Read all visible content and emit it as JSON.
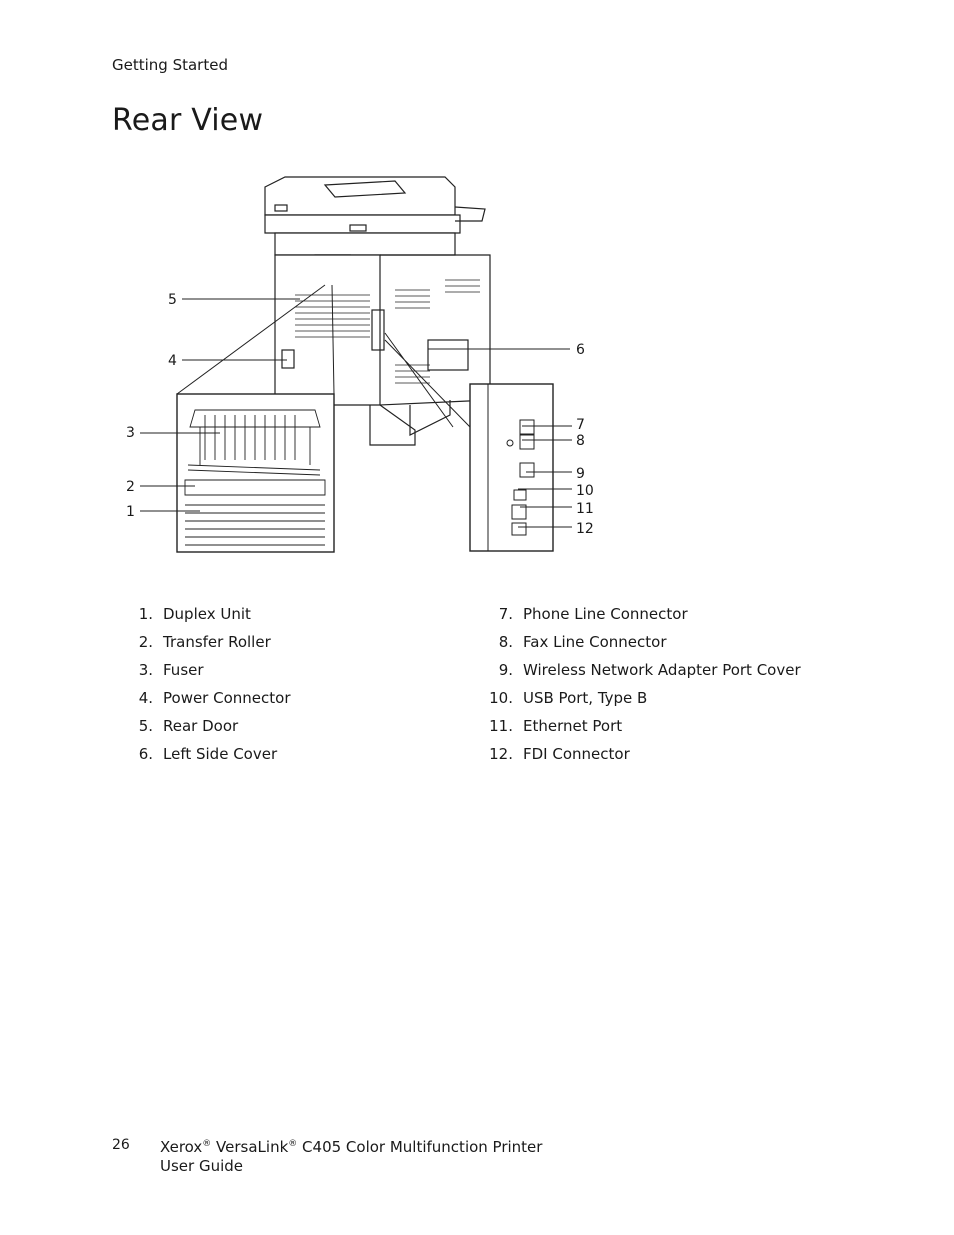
{
  "header": {
    "section": "Getting Started"
  },
  "title": "Rear View",
  "figure": {
    "callouts": [
      "1",
      "2",
      "3",
      "4",
      "5",
      "6",
      "7",
      "8",
      "9",
      "10",
      "11",
      "12"
    ]
  },
  "legend": {
    "left": [
      {
        "num": "1.",
        "label": "Duplex Unit"
      },
      {
        "num": "2.",
        "label": "Transfer Roller"
      },
      {
        "num": "3.",
        "label": "Fuser"
      },
      {
        "num": "4.",
        "label": "Power Connector"
      },
      {
        "num": "5.",
        "label": "Rear Door"
      },
      {
        "num": "6.",
        "label": "Left Side Cover"
      }
    ],
    "right": [
      {
        "num": "7.",
        "label": "Phone Line Connector"
      },
      {
        "num": "8.",
        "label": "Fax Line Connector"
      },
      {
        "num": "9.",
        "label": "Wireless Network Adapter Port Cover"
      },
      {
        "num": "10.",
        "label": "USB Port, Type B"
      },
      {
        "num": "11.",
        "label": "Ethernet Port"
      },
      {
        "num": "12.",
        "label": "FDI Connector"
      }
    ]
  },
  "footer": {
    "page_number": "26",
    "brand": "Xerox",
    "reg_mark": "®",
    "product": "VersaLink",
    "model": "C405 Color Multifunction Printer",
    "doc_type": "User Guide"
  }
}
